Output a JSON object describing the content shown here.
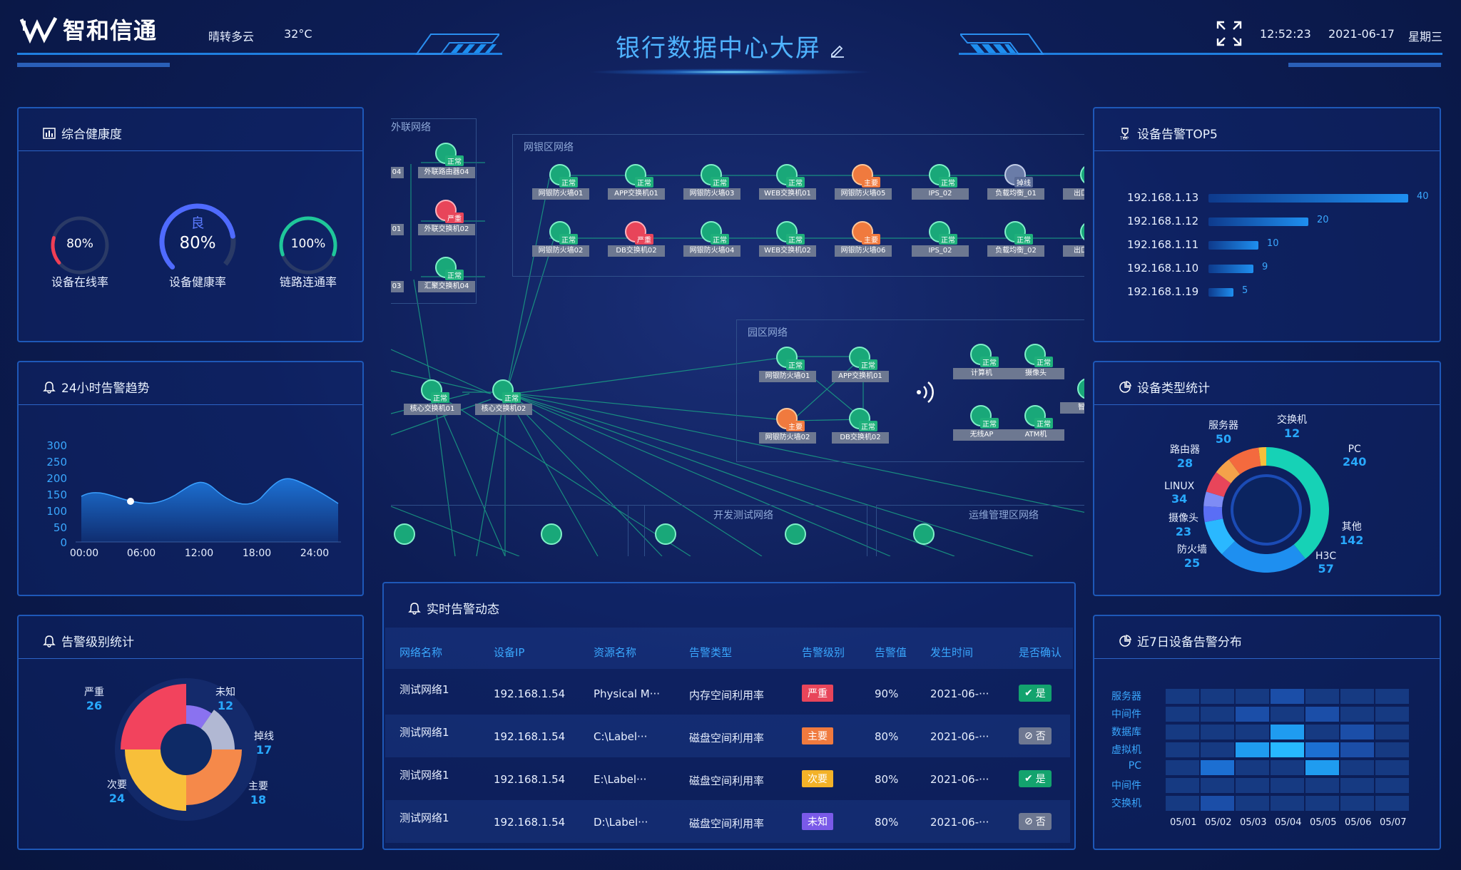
{
  "header": {
    "logo_text": "智和信通",
    "weather": "晴转多云",
    "temperature": "32°C",
    "title": "银行数据中心大屏",
    "time": "12:52:23",
    "date": "2021-06-17",
    "weekday": "星期三"
  },
  "health": {
    "title": "综合健康度",
    "online": {
      "value": "80%",
      "label": "设备在线率",
      "fraction": 0.8
    },
    "device": {
      "grade": "良",
      "value": "80%",
      "label": "设备健康率",
      "fraction": 0.8
    },
    "link": {
      "value": "100%",
      "label": "链路连通率",
      "fraction": 1.0
    }
  },
  "trend": {
    "title": "24小时告警趋势",
    "y_ticks": [
      "300",
      "250",
      "200",
      "150",
      "100",
      "50",
      "0"
    ],
    "x_ticks": [
      "00:00",
      "06:00",
      "12:00",
      "18:00",
      "24:00"
    ]
  },
  "level_stats": {
    "title": "告警级别统计",
    "items": [
      {
        "name": "严重",
        "value": "26"
      },
      {
        "name": "未知",
        "value": "12"
      },
      {
        "name": "掉线",
        "value": "17"
      },
      {
        "name": "主要",
        "value": "18"
      },
      {
        "name": "次要",
        "value": "24"
      }
    ]
  },
  "network": {
    "groups": {
      "external": "外联网络",
      "bank": "网银区网络",
      "park": "园区网络",
      "devtest": "开发测试网络",
      "ops": "运维管理区网络"
    },
    "bank_row1": [
      {
        "name": "网银防火墙01",
        "status": "正常"
      },
      {
        "name": "APP交换机01",
        "status": "正常"
      },
      {
        "name": "网银防火墙03",
        "status": "正常"
      },
      {
        "name": "WEB交换机01",
        "status": "正常"
      },
      {
        "name": "网银防火墙05",
        "status": "主要"
      },
      {
        "name": "IPS_02",
        "status": "正常"
      },
      {
        "name": "负载均衡_01",
        "status": "掉线"
      },
      {
        "name": "出口路由器",
        "status": "正常"
      }
    ],
    "bank_row2": [
      {
        "name": "网银防火墙02",
        "status": "正常"
      },
      {
        "name": "DB交换机02",
        "status": "严重"
      },
      {
        "name": "网银防火墙04",
        "status": "正常"
      },
      {
        "name": "WEB交换机02",
        "status": "正常"
      },
      {
        "name": "网银防火墙06",
        "status": "主要"
      },
      {
        "name": "IPS_02",
        "status": "正常"
      },
      {
        "name": "负载均衡_02",
        "status": "正常"
      },
      {
        "name": "出口路由器",
        "status": "正常"
      }
    ],
    "external_devs": [
      {
        "name": "外联路由器04",
        "status": "正常",
        "side": "04"
      },
      {
        "name": "外联交换机02",
        "status": "严重",
        "side": "01"
      },
      {
        "name": "汇聚交换机04",
        "status": "正常",
        "side": "03"
      }
    ],
    "core": [
      {
        "name": "核心交换机01",
        "status": "正常"
      },
      {
        "name": "核心交换机02",
        "status": "正常"
      }
    ],
    "park": [
      {
        "name": "网银防火墙01",
        "status": "正常"
      },
      {
        "name": "APP交换机01",
        "status": "正常"
      },
      {
        "name": "网银防火墙02",
        "status": "主要"
      },
      {
        "name": "DB交换机02",
        "status": "正常"
      },
      {
        "name": "计算机",
        "status": "正常"
      },
      {
        "name": "摄像头",
        "status": "正常"
      },
      {
        "name": "智能话",
        "status": "正常"
      },
      {
        "name": "无线AP",
        "status": "正常"
      },
      {
        "name": "ATM机",
        "status": "正常"
      }
    ],
    "bottom_status": "正常"
  },
  "top5": {
    "title": "设备告警TOP5",
    "items": [
      {
        "ip": "192.168.1.13",
        "value": 40
      },
      {
        "ip": "192.168.1.12",
        "value": 20
      },
      {
        "ip": "192.168.1.11",
        "value": 10
      },
      {
        "ip": "192.168.1.10",
        "value": 9
      },
      {
        "ip": "192.168.1.19",
        "value": 5
      }
    ]
  },
  "types": {
    "title": "设备类型统计",
    "items": [
      {
        "name": "服务器",
        "value": "50"
      },
      {
        "name": "交换机",
        "value": "12"
      },
      {
        "name": "路由器",
        "value": "28"
      },
      {
        "name": "PC",
        "value": "240"
      },
      {
        "name": "LINUX",
        "value": "34"
      },
      {
        "name": "摄像头",
        "value": "23"
      },
      {
        "name": "其他",
        "value": "142"
      },
      {
        "name": "防火墙",
        "value": "25"
      },
      {
        "name": "H3C",
        "value": "57"
      }
    ]
  },
  "alerts": {
    "title": "实时告警动态",
    "headers": [
      "网络名称",
      "设备IP",
      "资源名称",
      "告警类型",
      "告警级别",
      "告警值",
      "发生时间",
      "是否确认"
    ],
    "rows": [
      {
        "net": "测试网络1",
        "ip": "192.168.1.54",
        "res": "Physical M···",
        "type": "内存空间利用率",
        "level": "严重",
        "level_color": "#e8455a",
        "val": "90%",
        "time": "2021-06-···",
        "confirm": "是",
        "confirm_color": "#13a36e"
      },
      {
        "net": "测试网络1",
        "ip": "192.168.1.54",
        "res": "C:\\Label···",
        "type": "磁盘空间利用率",
        "level": "主要",
        "level_color": "#f07a3e",
        "val": "80%",
        "time": "2021-06-···",
        "confirm": "否",
        "confirm_color": "#6e7891"
      },
      {
        "net": "测试网络1",
        "ip": "192.168.1.54",
        "res": "E:\\Label···",
        "type": "磁盘空间利用率",
        "level": "次要",
        "level_color": "#f3b228",
        "val": "80%",
        "time": "2021-06-···",
        "confirm": "是",
        "confirm_color": "#13a36e"
      },
      {
        "net": "测试网络1",
        "ip": "192.168.1.54",
        "res": "D:\\Label···",
        "type": "磁盘空间利用率",
        "level": "未知",
        "level_color": "#7a5ae8",
        "val": "80%",
        "time": "2021-06-···",
        "confirm": "否",
        "confirm_color": "#6e7891"
      }
    ]
  },
  "heatmap": {
    "title": "近7日设备告警分布",
    "y": [
      "服务器",
      "中间件",
      "数据库",
      "虚拟机",
      "PC",
      "中间件",
      "交换机"
    ],
    "x": [
      "05/01",
      "05/02",
      "05/03",
      "05/04",
      "05/05",
      "05/06",
      "05/07"
    ]
  }
}
